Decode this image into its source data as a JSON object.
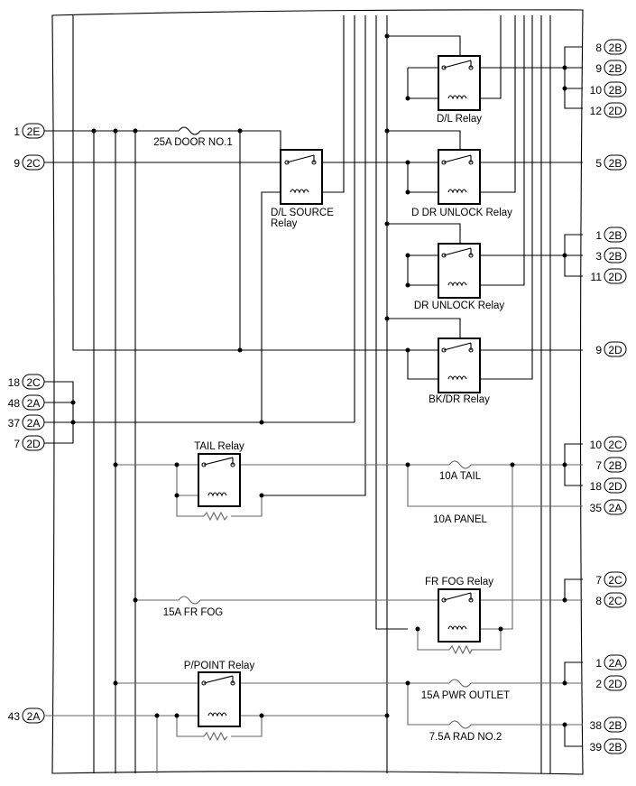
{
  "left_pins": [
    {
      "num": "1",
      "conn": "2E"
    },
    {
      "num": "9",
      "conn": "2C"
    },
    {
      "num": "18",
      "conn": "2C"
    },
    {
      "num": "48",
      "conn": "2A"
    },
    {
      "num": "37",
      "conn": "2A"
    },
    {
      "num": "7",
      "conn": "2D"
    },
    {
      "num": "43",
      "conn": "2A"
    }
  ],
  "right_pins": [
    {
      "num": "8",
      "conn": "2B"
    },
    {
      "num": "9",
      "conn": "2B"
    },
    {
      "num": "10",
      "conn": "2B"
    },
    {
      "num": "12",
      "conn": "2D"
    },
    {
      "num": "5",
      "conn": "2B"
    },
    {
      "num": "1",
      "conn": "2B"
    },
    {
      "num": "3",
      "conn": "2B"
    },
    {
      "num": "11",
      "conn": "2D"
    },
    {
      "num": "9",
      "conn": "2D"
    },
    {
      "num": "10",
      "conn": "2C"
    },
    {
      "num": "7",
      "conn": "2B"
    },
    {
      "num": "18",
      "conn": "2D"
    },
    {
      "num": "35",
      "conn": "2A"
    },
    {
      "num": "7",
      "conn": "2C"
    },
    {
      "num": "8",
      "conn": "2C"
    },
    {
      "num": "1",
      "conn": "2A"
    },
    {
      "num": "2",
      "conn": "2D"
    },
    {
      "num": "38",
      "conn": "2B"
    },
    {
      "num": "39",
      "conn": "2B"
    }
  ],
  "relays": {
    "dl_source": "D/L SOURCE\nRelay",
    "dl": "D/L Relay",
    "d_dr_unlock": "D DR UNLOCK Relay",
    "dr_unlock": "DR UNLOCK Relay",
    "bk_dr": "BK/DR Relay",
    "tail": "TAIL Relay",
    "fr_fog": "FR FOG Relay",
    "p_point": "P/POINT Relay"
  },
  "fuses": {
    "door_no1": "25A DOOR NO.1",
    "tail_10a": "10A TAIL",
    "panel_10a": "10A PANEL",
    "fr_fog_15a": "15A FR FOG",
    "pwr_outlet_15a": "15A PWR OUTLET",
    "rad_no2": "7.5A RAD NO.2"
  }
}
